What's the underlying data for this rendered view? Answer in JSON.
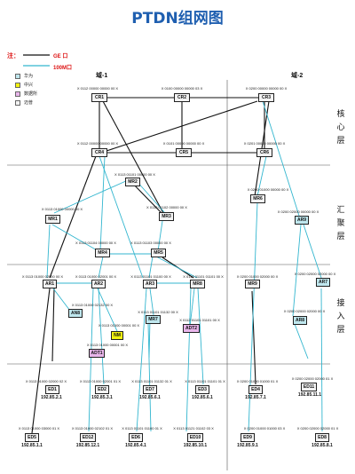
{
  "title": "PTDN组网图",
  "legend": {
    "note": "注：",
    "ge": "GE 口",
    "fe": "100M口",
    "vendors": [
      {
        "name": "华为",
        "color": "#bfe7ee"
      },
      {
        "name": "中兴",
        "color": "#f2f210"
      },
      {
        "name": "数据所",
        "color": "#e8b5ea"
      },
      {
        "name": "迈普",
        "color": "#f2f2f2"
      }
    ],
    "ge_color": "#111111",
    "fe_color": "#33b6cf"
  },
  "domains": [
    "域-1",
    "域-2"
  ],
  "layers": [
    "核心层",
    "汇聚层",
    "接入层"
  ],
  "nodes": {
    "CR1": {
      "label": "CR1",
      "addr": "X 0112 00000 00000 00 X"
    },
    "CR2": {
      "label": "CR2",
      "addr": "X 0100 00000 00000 03 X"
    },
    "CR3": {
      "label": "CR3",
      "addr": "X 0200 00000 00000 00 X"
    },
    "CR4": {
      "label": "CR4",
      "addr": "X 0112 00000 00000 00 X"
    },
    "CR5": {
      "label": "CR5",
      "addr": "X 0101 00000 00000 00 X"
    },
    "CR6": {
      "label": "CR6",
      "addr": "X 0201 00000 00000 00 X"
    },
    "MR2": {
      "label": "MR2",
      "addr": "X 0113 01101 00000 00 X"
    },
    "MR1": {
      "label": "MR1",
      "addr": "X 0113 01000 00000 00 X"
    },
    "MR3": {
      "label": "MR3",
      "addr": "X 0113 01102 00000 00 X"
    },
    "MR4": {
      "label": "MR4",
      "addr": "X 0113 01104 00000 00 X"
    },
    "MR5": {
      "label": "MR5",
      "addr": "X 0113 01103 00000 00 X"
    },
    "MR6": {
      "label": "MR6",
      "addr": "X 0200 01000 00000 00 X"
    },
    "AR9": {
      "label": "AR9",
      "addr": "X 0200 02000 00000 00 X"
    },
    "AR1": {
      "label": "AR1",
      "addr": "X 0113 01000 02000 00 X"
    },
    "AR2": {
      "label": "AR2",
      "addr": "X 0113 01000 02001 00 X"
    },
    "AR3": {
      "label": "AR3",
      "addr": "X 0113 01101 01100 00 X"
    },
    "MR8": {
      "label": "MR8",
      "addr": "X 0113 01101 01101 00 X"
    },
    "MR9": {
      "label": "MR9",
      "addr": "X 0200 01000 02000 00 X"
    },
    "AR7": {
      "label": "AR7",
      "addr": "X 0200 02000 02000 00 X"
    },
    "AN8": {
      "label": "AN8",
      "addr": "X 0113 01000 02132 00 X"
    },
    "NM": {
      "label": "NM",
      "addr": "X 0113 01000 00001 00 X"
    },
    "ADT1": {
      "label": "ADT1",
      "addr": "X 0113 01000 00001 00 X"
    },
    "MR7": {
      "label": "MR7",
      "addr": "X 0113 01101 01132 00 X"
    },
    "ADT2": {
      "label": "ADT2",
      "addr": "X 0112 01101 01101 00 X"
    },
    "AR8": {
      "label": "AR8",
      "addr": "X 0200 02000 02000 00 X"
    },
    "ED1": {
      "label": "ED1",
      "addr": "X 0113 01000 02000 02 X",
      "ip": "192.85.2.1"
    },
    "ED2": {
      "label": "ED2",
      "addr": "X 0113 01000 02001 01 X",
      "ip": "192.85.3.1"
    },
    "ED7": {
      "label": "ED7",
      "addr": "X 0113 01101 01132 01 X",
      "ip": "192.85.6.1"
    },
    "ED3": {
      "label": "ED3",
      "addr": "X 0113 01101 01101 01 X",
      "ip": "192.85.6.1"
    },
    "ED4": {
      "label": "ED4",
      "addr": "X 0200 01000 01000 01 X",
      "ip": "192.85.7.1"
    },
    "ED11": {
      "label": "ED11",
      "addr": "X 0200 02000 02000 01 X",
      "ip": "192.85.11.1"
    },
    "ED5": {
      "label": "ED5",
      "addr": "X 0113 01000 03000 01 X",
      "ip": "192.85.1.1"
    },
    "ED12": {
      "label": "ED12",
      "addr": "X 0113 01000 02102 01 X",
      "ip": "192.85.12.1"
    },
    "ED6": {
      "label": "ED6",
      "addr": "X 0113 01101 01100 01 X",
      "ip": "192.85.4.1"
    },
    "ED10": {
      "label": "ED10",
      "addr": "X 0113 01121 01102 03 X",
      "ip": "192.85.10.1"
    },
    "ED9": {
      "label": "ED9",
      "addr": "X 0200 01000 01000 03 X",
      "ip": "192.85.9.1"
    },
    "ED8": {
      "label": "ED8",
      "addr": "X 0200 02000 02000 01 X",
      "ip": "192.85.8.1"
    }
  }
}
